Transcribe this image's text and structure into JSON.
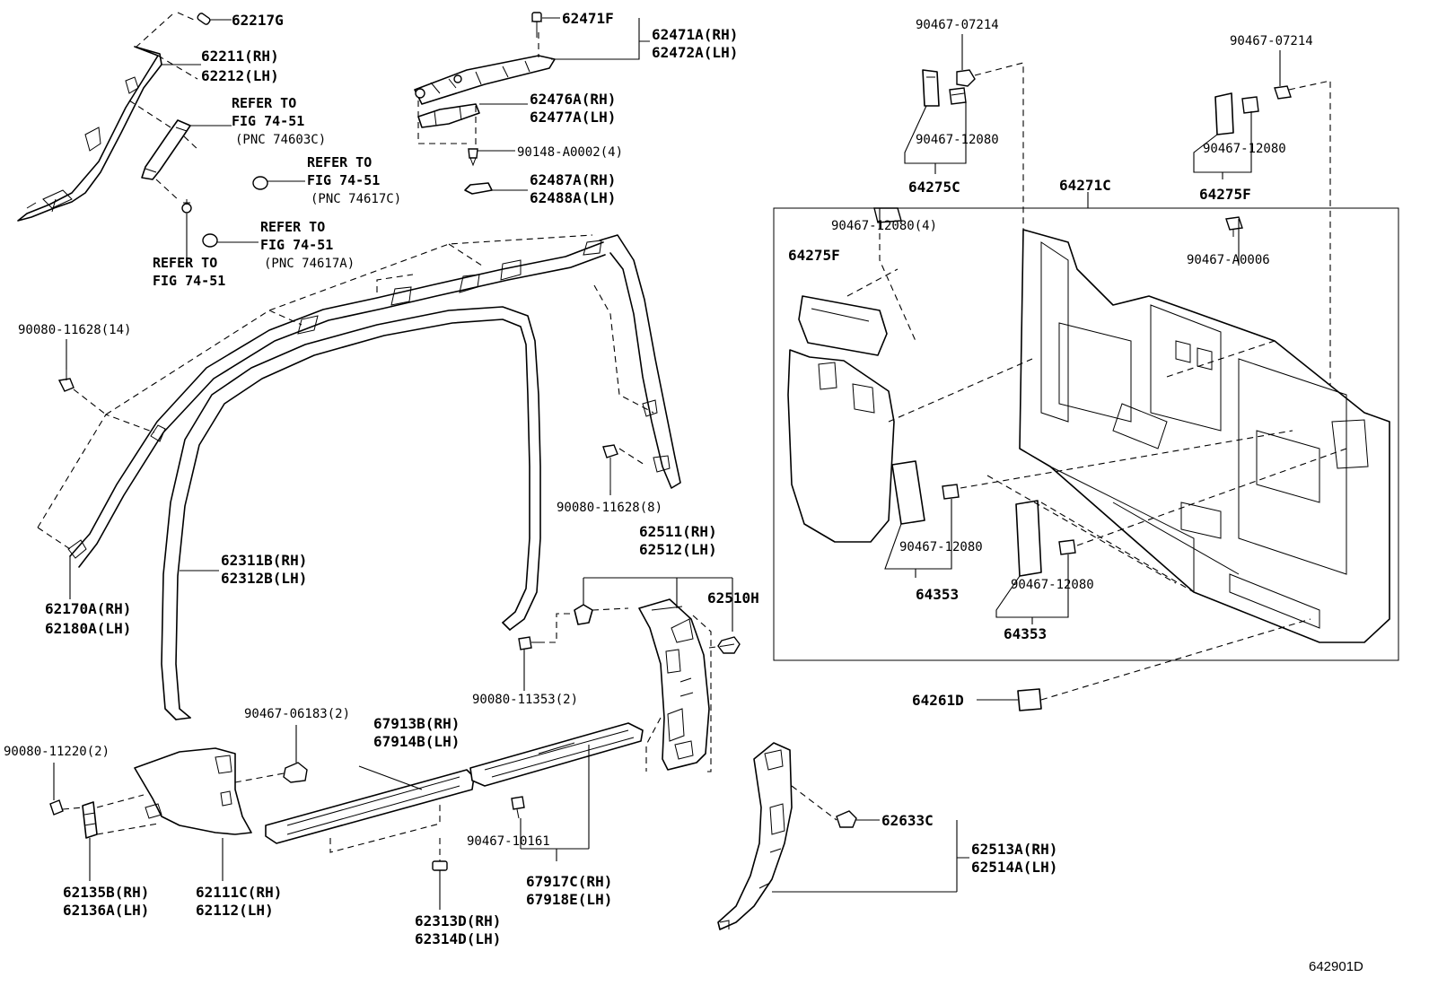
{
  "diagram_code": "642901D",
  "labels": {
    "l62217G": "62217G",
    "l62211": "62211(RH)",
    "l62212": "62212(LH)",
    "ref1": "REFER TO",
    "ref1fig": "FIG 74-51",
    "ref1pnc": "(PNC 74603C)",
    "ref2": "REFER TO",
    "ref2fig": "FIG 74-51",
    "ref2pnc": "(PNC 74617C)",
    "ref3": "REFER TO",
    "ref3fig": "FIG 74-51",
    "ref3pnc": "(PNC 74617A)",
    "ref4": "REFER TO",
    "ref4fig": "FIG 74-51",
    "l62471F": "62471F",
    "l62471A": "62471A(RH)",
    "l62472A": "62472A(LH)",
    "l62476A": "62476A(RH)",
    "l62477A": "62477A(LH)",
    "l90148": "90148-A0002(4)",
    "l62487A": "62487A(RH)",
    "l62488A": "62488A(LH)",
    "l90080_14": "90080-11628(14)",
    "l62170A": "62170A(RH)",
    "l62180A": "62180A(LH)",
    "l62311B": "62311B(RH)",
    "l62312B": "62312B(LH)",
    "l90080_8": "90080-11628(8)",
    "l62511": "62511(RH)",
    "l62512": "62512(LH)",
    "l62510H": "62510H",
    "l90080_11353": "90080-11353(2)",
    "l90467_06183": "90467-06183(2)",
    "l67913B": "67913B(RH)",
    "l67914B": "67914B(LH)",
    "l90080_11220": "90080-11220(2)",
    "l90467_10161": "90467-10161",
    "l62135B": "62135B(RH)",
    "l62136A": "62136A(LH)",
    "l62111C": "62111C(RH)",
    "l62112": "62112(LH)",
    "l67917C": "67917C(RH)",
    "l67918E": "67918E(LH)",
    "l62313D": "62313D(RH)",
    "l62314D": "62314D(LH)",
    "l62633C": "62633C",
    "l62513A": "62513A(RH)",
    "l62514A": "62514A(LH)",
    "l90467_07214a": "90467-07214",
    "l90467_12080a": "90467-12080",
    "l64275C": "64275C",
    "l90467_07214b": "90467-07214",
    "l90467_12080b": "90467-12080",
    "l64275F_top": "64275F",
    "l64271C": "64271C",
    "l90467_12080_4": "90467-12080(4)",
    "l64275F_box": "64275F",
    "l90467_A0006": "90467-A0006",
    "l90467_12080c": "90467-12080",
    "l64353a": "64353",
    "l90467_12080d": "90467-12080",
    "l64353b": "64353",
    "l64261D": "64261D"
  }
}
